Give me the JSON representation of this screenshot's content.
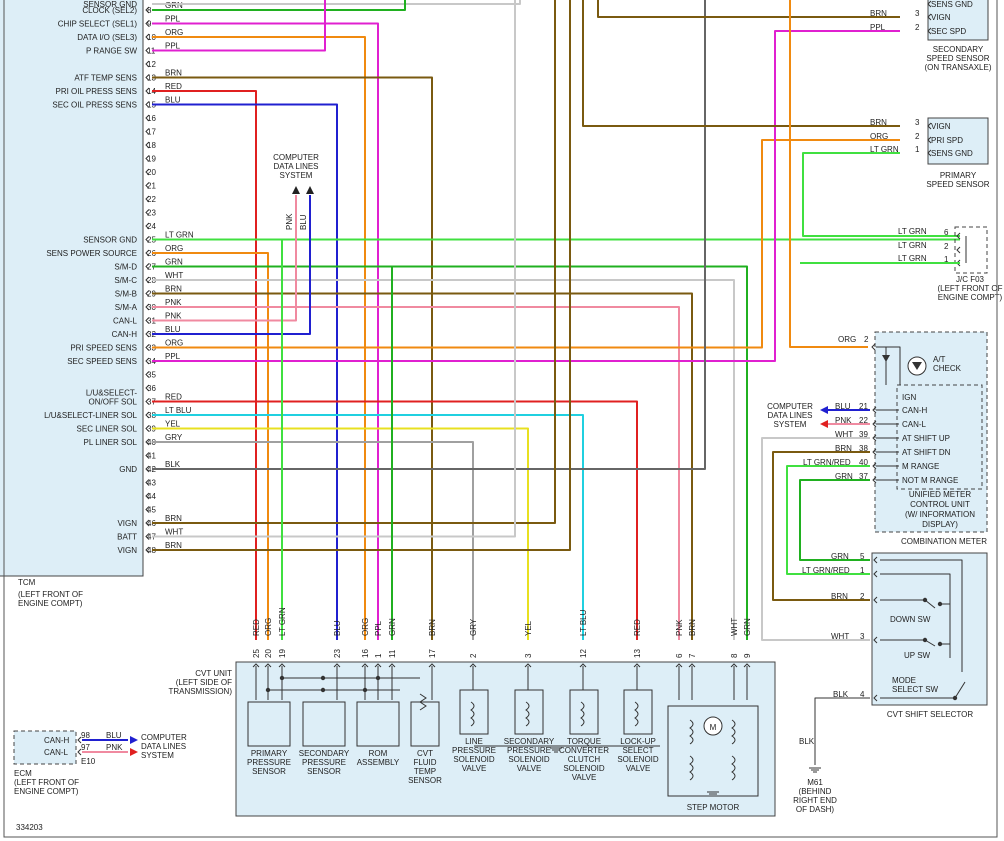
{
  "tcm": {
    "name": "TCM",
    "location": [
      "(LEFT FRONT OF",
      "ENGINE COMPT)"
    ],
    "top_pins": [
      {
        "num": "",
        "label": "SENSOR GND",
        "wire": "",
        "color": "#000000"
      },
      {
        "num": "8",
        "label": "CLOCK (SEL2)",
        "wire": "GRN",
        "color": "#20b020"
      },
      {
        "num": "9",
        "label": "CHIP SELECT (SEL1)",
        "wire": "PPL",
        "color": "#e020d0"
      },
      {
        "num": "10",
        "label": "DATA I/O (SEL3)",
        "wire": "ORG",
        "color": "#f08a10"
      },
      {
        "num": "11",
        "label": "P RANGE SW",
        "wire": "PPL",
        "color": "#e020d0"
      },
      {
        "num": "12",
        "label": "",
        "wire": "",
        "color": ""
      },
      {
        "num": "13",
        "label": "ATF TEMP SENS",
        "wire": "BRN",
        "color": "#7a5a10"
      },
      {
        "num": "14",
        "label": "PRI OIL PRESS SENS",
        "wire": "RED",
        "color": "#e02020"
      },
      {
        "num": "15",
        "label": "SEC OIL PRESS SENS",
        "wire": "BLU",
        "color": "#2020d0"
      },
      {
        "num": "16",
        "label": "",
        "wire": "",
        "color": ""
      },
      {
        "num": "17",
        "label": "",
        "wire": "",
        "color": ""
      },
      {
        "num": "18",
        "label": "",
        "wire": "",
        "color": ""
      },
      {
        "num": "19",
        "label": "",
        "wire": "",
        "color": ""
      },
      {
        "num": "20",
        "label": "",
        "wire": "",
        "color": ""
      },
      {
        "num": "21",
        "label": "",
        "wire": "",
        "color": ""
      },
      {
        "num": "22",
        "label": "",
        "wire": "",
        "color": ""
      },
      {
        "num": "23",
        "label": "",
        "wire": "",
        "color": ""
      },
      {
        "num": "24",
        "label": "",
        "wire": "",
        "color": ""
      }
    ],
    "pins": [
      {
        "num": "25",
        "label": "SENSOR GND",
        "wire": "LT GRN",
        "color": "#40e040"
      },
      {
        "num": "26",
        "label": "SENS POWER SOURCE",
        "wire": "ORG",
        "color": "#f08a10"
      },
      {
        "num": "27",
        "label": "S/M-D",
        "wire": "GRN",
        "color": "#20b020"
      },
      {
        "num": "28",
        "label": "S/M-C",
        "wire": "WHT",
        "color": "#c8c8c8"
      },
      {
        "num": "29",
        "label": "S/M-B",
        "wire": "BRN",
        "color": "#7a5a10"
      },
      {
        "num": "30",
        "label": "S/M-A",
        "wire": "PNK",
        "color": "#f08aa0"
      },
      {
        "num": "31",
        "label": "CAN-L",
        "wire": "PNK",
        "color": "#f08aa0"
      },
      {
        "num": "32",
        "label": "CAN-H",
        "wire": "BLU",
        "color": "#2020d0"
      },
      {
        "num": "33",
        "label": "PRI SPEED SENS",
        "wire": "ORG",
        "color": "#f08a10"
      },
      {
        "num": "34",
        "label": "SEC SPEED SENS",
        "wire": "PPL",
        "color": "#e020d0"
      },
      {
        "num": "35",
        "label": "",
        "wire": "",
        "color": ""
      },
      {
        "num": "36",
        "label": "",
        "wire": "",
        "color": ""
      },
      {
        "num": "37",
        "label": "L/U&SELECT-ON/OFF SOL",
        "wire": "RED",
        "color": "#e02020"
      },
      {
        "num": "38",
        "label": "L/U&SELECT-LINER SOL",
        "wire": "LT BLU",
        "color": "#20d0e0"
      },
      {
        "num": "39",
        "label": "SEC LINER SOL",
        "wire": "YEL",
        "color": "#e8e020"
      },
      {
        "num": "40",
        "label": "PL LINER SOL",
        "wire": "GRY",
        "color": "#a0a0a0"
      },
      {
        "num": "41",
        "label": "",
        "wire": "",
        "color": ""
      },
      {
        "num": "42",
        "label": "GND",
        "wire": "BLK",
        "color": "#333333"
      },
      {
        "num": "43",
        "label": "",
        "wire": "",
        "color": ""
      },
      {
        "num": "44",
        "label": "",
        "wire": "",
        "color": ""
      },
      {
        "num": "45",
        "label": "",
        "wire": "",
        "color": ""
      },
      {
        "num": "46",
        "label": "VIGN",
        "wire": "BRN",
        "color": "#7a5a10"
      },
      {
        "num": "47",
        "label": "BATT",
        "wire": "WHT",
        "color": "#c8c8c8"
      },
      {
        "num": "48",
        "label": "VIGN",
        "wire": "BRN",
        "color": "#7a5a10"
      }
    ]
  },
  "cdls_upper": {
    "title": [
      "COMPUTER",
      "DATA LINES",
      "SYSTEM"
    ],
    "wires": [
      "PNK",
      "BLU"
    ]
  },
  "secondary_sensor": {
    "name": [
      "SECONDARY",
      "SPEED SENSOR",
      "(ON TRANSAXLE)"
    ],
    "pins": [
      {
        "num": "",
        "label": "SENS GND",
        "wire": ""
      },
      {
        "num": "3",
        "label": "VIGN",
        "wire": "BRN"
      },
      {
        "num": "2",
        "label": "SEC SPD",
        "wire": "PPL"
      }
    ]
  },
  "primary_sensor": {
    "name": [
      "PRIMARY",
      "SPEED SENSOR"
    ],
    "pins": [
      {
        "num": "3",
        "label": "VIGN",
        "wire": "BRN"
      },
      {
        "num": "2",
        "label": "PRI SPD",
        "wire": "ORG"
      },
      {
        "num": "1",
        "label": "SENS GND",
        "wire": "LT GRN"
      }
    ]
  },
  "jc": {
    "name": [
      "J/C F03",
      "(LEFT FRONT OF",
      "ENGINE COMPT)"
    ],
    "pins": [
      {
        "num": "6",
        "wire": "LT GRN"
      },
      {
        "num": "2",
        "wire": "LT GRN"
      },
      {
        "num": "1",
        "wire": "LT GRN"
      }
    ]
  },
  "meter": {
    "check": [
      "A/T",
      "CHECK"
    ],
    "org_wire": {
      "wire": "ORG",
      "num": "2"
    },
    "pins": [
      {
        "num": "",
        "label": "IGN",
        "wire": ""
      },
      {
        "num": "21",
        "label": "CAN-H",
        "wire": "BLU"
      },
      {
        "num": "22",
        "label": "CAN-L",
        "wire": "PNK"
      },
      {
        "num": "39",
        "label": "AT SHIFT UP",
        "wire": "WHT"
      },
      {
        "num": "38",
        "label": "AT SHIFT DN",
        "wire": "BRN"
      },
      {
        "num": "40",
        "label": "M RANGE",
        "wire": "LT GRN/RED"
      },
      {
        "num": "37",
        "label": "NOT M RANGE",
        "wire": "GRN"
      }
    ],
    "cdls": [
      "COMPUTER",
      "DATA LINES",
      "SYSTEM"
    ],
    "unit_name": [
      "UNIFIED METER",
      "CONTROL UNIT",
      "(W/ INFORMATION",
      "DISPLAY)"
    ],
    "name": "COMBINATION METER"
  },
  "shift_selector": {
    "pins": [
      {
        "num": "5",
        "wire": "GRN"
      },
      {
        "num": "1",
        "wire": "LT GRN/RED"
      },
      {
        "num": "2",
        "wire": "BRN"
      },
      {
        "num": "3",
        "wire": "WHT"
      },
      {
        "num": "4",
        "wire": "BLK"
      }
    ],
    "switches": [
      "DOWN SW",
      "UP SW",
      "MODE",
      "SELECT SW"
    ],
    "name": "CVT SHIFT SELECTOR"
  },
  "ground_m61": {
    "wire": "BLK",
    "name": [
      "M61",
      "(BEHIND",
      "RIGHT END",
      "OF DASH)"
    ]
  },
  "cvt_unit": {
    "name": [
      "CVT UNIT",
      "(LEFT SIDE OF",
      "TRANSMISSION)"
    ],
    "pins": [
      {
        "num": "25",
        "wire": "RED"
      },
      {
        "num": "20",
        "wire": "ORG"
      },
      {
        "num": "19",
        "wire": "LT GRN"
      },
      {
        "num": "23",
        "wire": "BLU"
      },
      {
        "num": "16",
        "wire": "ORG"
      },
      {
        "num": "1",
        "wire": "PPL"
      },
      {
        "num": "11",
        "wire": "GRN"
      },
      {
        "num": "17",
        "wire": "BRN"
      },
      {
        "num": "2",
        "wire": "GRY"
      },
      {
        "num": "3",
        "wire": "YEL"
      },
      {
        "num": "12",
        "wire": "LT BLU"
      },
      {
        "num": "13",
        "wire": "RED"
      },
      {
        "num": "6",
        "wire": "PNK"
      },
      {
        "num": "7",
        "wire": "BRN"
      },
      {
        "num": "8",
        "wire": "WHT"
      },
      {
        "num": "9",
        "wire": "GRN"
      }
    ],
    "components": [
      [
        "PRIMARY",
        "PRESSURE",
        "SENSOR"
      ],
      [
        "SECONDARY",
        "PRESSURE",
        "SENSOR"
      ],
      [
        "ROM",
        "ASSEMBLY"
      ],
      [
        "CVT",
        "FLUID",
        "TEMP",
        "SENSOR"
      ],
      [
        "LINE",
        "PRESSURE",
        "SOLENOID",
        "VALVE"
      ],
      [
        "SECONDARY",
        "PRESSURE",
        "SOLENOID",
        "VALVE"
      ],
      [
        "TORQUE",
        "CONVERTER",
        "CLUTCH",
        "SOLENOID",
        "VALVE"
      ],
      [
        "LOCK-UP",
        "SELECT",
        "SOLENOID",
        "VALVE"
      ],
      [
        "STEP MOTOR"
      ]
    ],
    "motor_letter": "M"
  },
  "ecm": {
    "pins": [
      {
        "num": "98",
        "label": "CAN-H",
        "wire": "BLU"
      },
      {
        "num": "97",
        "label": "CAN-L",
        "wire": "PNK"
      }
    ],
    "connector": "E10",
    "name": [
      "ECM",
      "(LEFT FRONT OF",
      "ENGINE COMPT)"
    ],
    "cdls": [
      "COMPUTER",
      "DATA LINES",
      "SYSTEM"
    ]
  },
  "diagram_id": "334203"
}
